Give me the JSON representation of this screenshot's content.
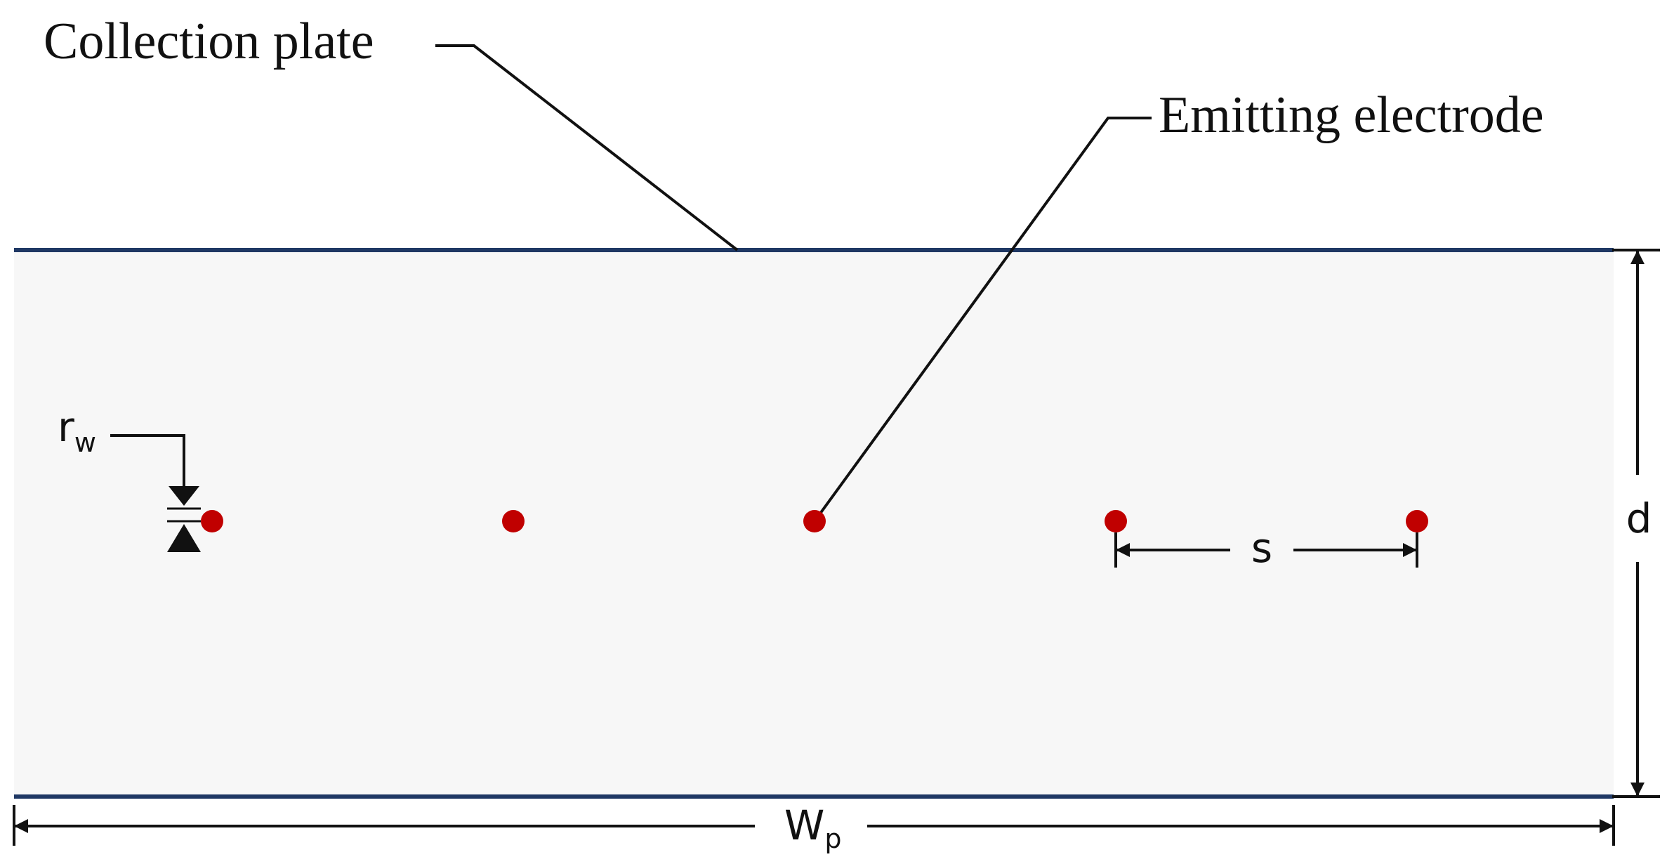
{
  "labels": {
    "collection_plate": "Collection plate",
    "emitting_electrode": "Emitting electrode",
    "wire_radius_main": "r",
    "wire_radius_sub": "w",
    "spacing": "s",
    "plate_distance": "d",
    "plate_width_main": "W",
    "plate_width_sub": "p"
  },
  "colors": {
    "channel_fill": "#f7f7f7",
    "plate_line": "#1f3864",
    "electrode": "#c00000",
    "annotation": "#111111"
  },
  "electrodes": {
    "count": 5,
    "spacing_label": "s"
  }
}
